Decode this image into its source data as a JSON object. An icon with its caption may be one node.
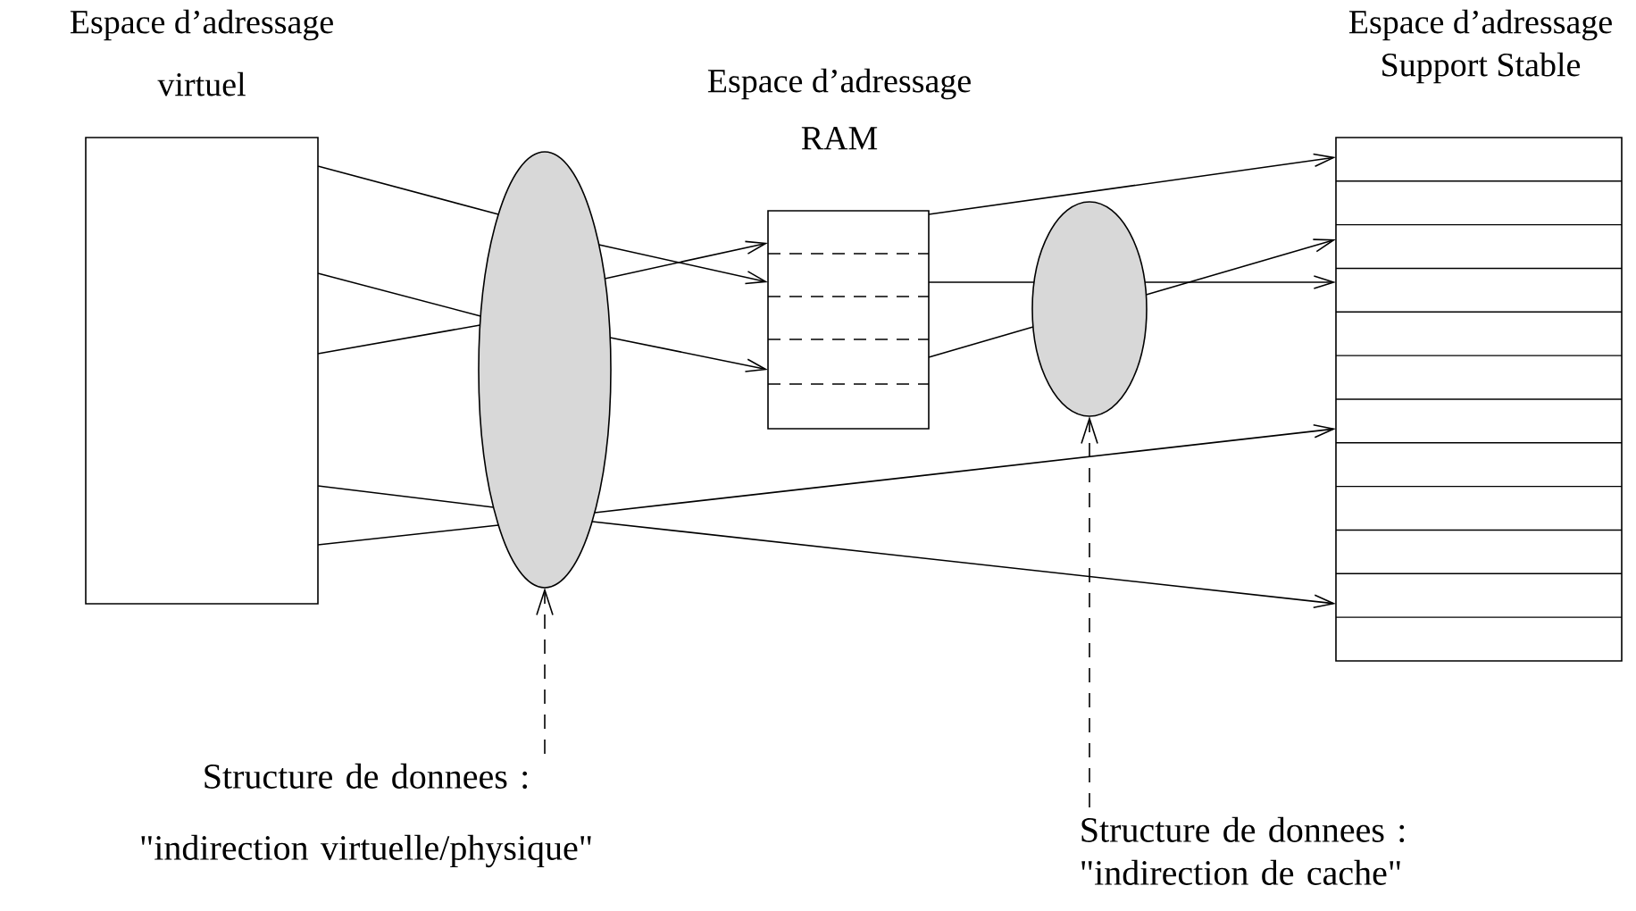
{
  "diagram": {
    "nodes": [
      {
        "text": [
          "Espace d’adressage virtuel"
        ]
      },
      {
        "text": [],
        "shape": "ellipse"
      },
      {
        "text": [
          "Espace d’adressage RAM"
        ]
      },
      {
        "text": [],
        "shape": "ellipse"
      },
      {
        "text": [
          "Espace d’adressage Support Stable"
        ]
      },
      {
        "text": [
          "Structure de donnees : \"indirection virtuelle/physique\""
        ]
      },
      {
        "text": [
          "Structure de donnees : \"indirection de cache\""
        ]
      }
    ],
    "edges": [
      {
        "from": 0,
        "to": 1,
        "arrow": "none"
      },
      {
        "from": 0,
        "to": 1,
        "arrow": "none"
      },
      {
        "from": 0,
        "to": 1,
        "arrow": "none"
      },
      {
        "from": 0,
        "to": 1,
        "arrow": "none"
      },
      {
        "from": 0,
        "to": 1,
        "arrow": "none"
      },
      {
        "from": 1,
        "to": 2,
        "arrow": "to"
      },
      {
        "from": 1,
        "to": 2,
        "arrow": "to"
      },
      {
        "from": 1,
        "to": 2,
        "arrow": "to"
      },
      {
        "from": 1,
        "to": 4,
        "arrow": "to"
      },
      {
        "from": 1,
        "to": 4,
        "arrow": "to"
      },
      {
        "from": 2,
        "to": 4,
        "arrow": "to"
      },
      {
        "from": 2,
        "to": 3,
        "arrow": "none"
      },
      {
        "from": 2,
        "to": 3,
        "arrow": "none"
      },
      {
        "from": 3,
        "to": 4,
        "arrow": "to"
      },
      {
        "from": 3,
        "to": 4,
        "arrow": "to"
      },
      {
        "from": 5,
        "to": 1,
        "arrow": "to",
        "style": "dashed"
      },
      {
        "from": 6,
        "to": 3,
        "arrow": "to",
        "style": "dashed"
      }
    ]
  }
}
